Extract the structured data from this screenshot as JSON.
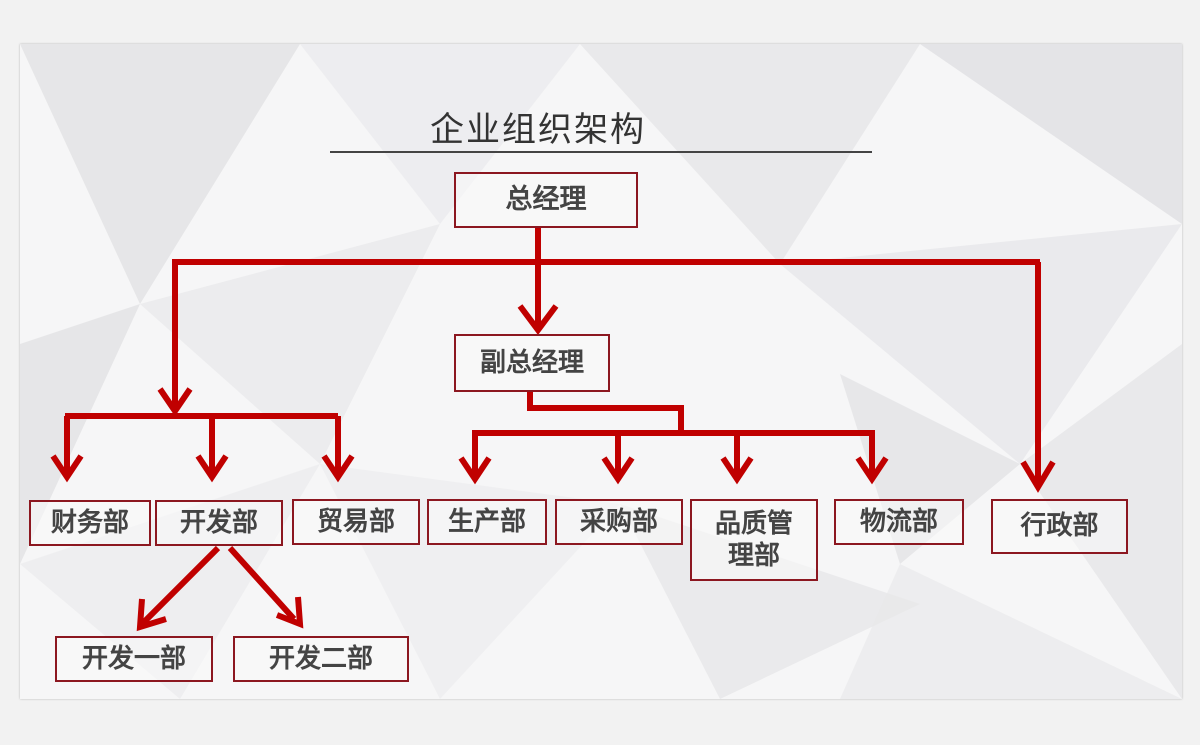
{
  "title": "企业组织架构",
  "colors": {
    "arrow": "#c00000",
    "box_border": "#8c1720",
    "text": "#444444"
  },
  "nodes": {
    "ceo": "总经理",
    "deputy": "副总经理",
    "finance": "财务部",
    "development": "开发部",
    "trade": "贸易部",
    "dev_one": "开发一部",
    "dev_two": "开发二部",
    "production": "生产部",
    "purchasing": "采购部",
    "quality": "品质管理部",
    "logistics": "物流部",
    "administration": "行政部"
  }
}
